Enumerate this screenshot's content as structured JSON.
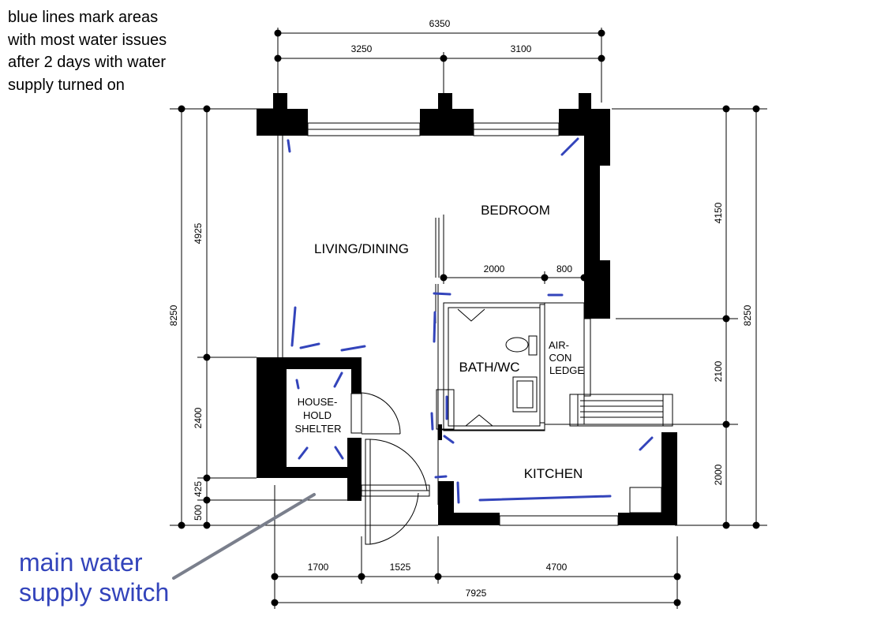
{
  "annotation": {
    "note": "blue lines mark areas\nwith most water issues\nafter 2 days with water\nsupply turned on",
    "legend": "main water\nsupply switch"
  },
  "rooms": {
    "bedroom": "BEDROOM",
    "living": "LIVING/DINING",
    "bath": "BATH/WC",
    "kitchen": "KITCHEN",
    "aircon": [
      "AIR-",
      "CON",
      "LEDGE"
    ],
    "shelter": [
      "HOUSE-",
      "HOLD",
      "SHELTER"
    ]
  },
  "dimensions": {
    "top_total": "6350",
    "top_left": "3250",
    "top_right": "3100",
    "bottom_total": "7925",
    "bottom_a": "1700",
    "bottom_b": "1525",
    "bottom_c": "4700",
    "left_total": "8250",
    "left_upper": "4925",
    "left_mid": "2400",
    "left_small": "425",
    "left_bottom": "500",
    "right_total": "8250",
    "right_upper": "4150",
    "right_mid": "2100",
    "right_lower": "2000",
    "inner_a": "2000",
    "inner_b": "800"
  },
  "colors": {
    "wall": "#000000",
    "water_issue_marks": "#3344bb",
    "legend_text": "#3344bb",
    "pointer_line": "#7a7f8c"
  }
}
